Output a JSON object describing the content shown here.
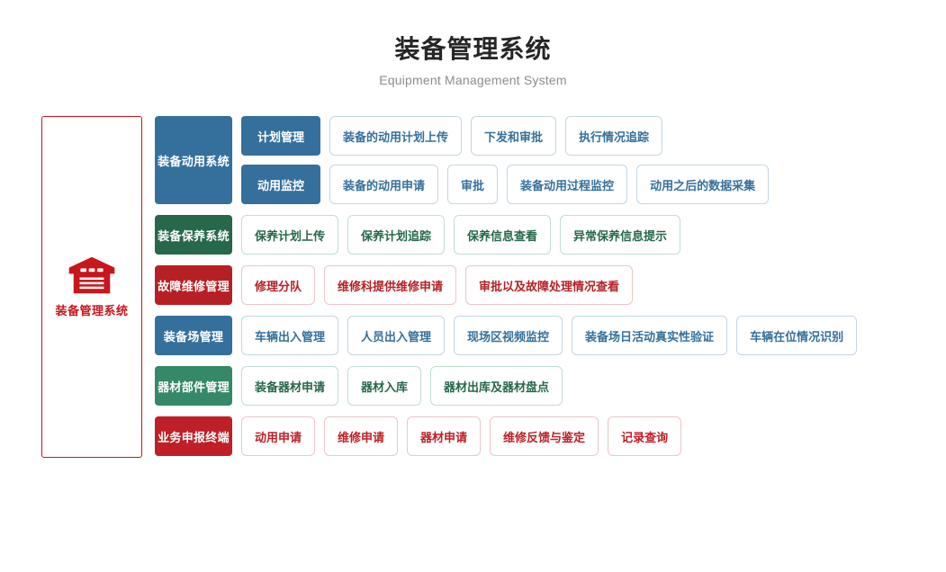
{
  "header": {
    "title_cn": "装备管理系统",
    "title_en": "Equipment Management System"
  },
  "left_panel": {
    "icon": "warehouse-icon",
    "label": "装备管理系统",
    "border_color": "#c8161d",
    "text_color": "#c8161d"
  },
  "colors": {
    "blue": "#35709d",
    "green_dark": "#27674a",
    "green_light": "#358868",
    "red": "#b62025",
    "red_bright": "#bf1f26",
    "leaf_border_blue": "#c3d6e6",
    "leaf_border_green": "#c3ddd0",
    "leaf_border_red": "#eec6c8",
    "title_color": "#262626",
    "subtitle_color": "#8c8c8c"
  },
  "rows": [
    {
      "category": "装备动用系统",
      "theme": "blue",
      "groups": [
        {
          "sub": "计划管理",
          "leaves": [
            "装备的动用计划上传",
            "下发和审批",
            "执行情况追踪"
          ]
        },
        {
          "sub": "动用监控",
          "leaves": [
            "装备的动用申请",
            "审批",
            "装备动用过程监控",
            "动用之后的数据采集"
          ]
        }
      ]
    },
    {
      "category": "装备保养系统",
      "theme": "green",
      "groups": [
        {
          "sub": null,
          "leaves": [
            "保养计划上传",
            "保养计划追踪",
            "保养信息查看",
            "异常保养信息提示"
          ]
        }
      ]
    },
    {
      "category": "故障维修管理",
      "theme": "red",
      "groups": [
        {
          "sub": null,
          "leaves": [
            "修理分队",
            "维修科提供维修申请",
            "审批以及故障处理情况查看"
          ]
        }
      ]
    },
    {
      "category": "装备场管理",
      "theme": "blue",
      "groups": [
        {
          "sub": null,
          "leaves": [
            "车辆出入管理",
            "人员出入管理",
            "现场区视频监控",
            "装备场日活动真实性验证",
            "车辆在位情况识别"
          ]
        }
      ]
    },
    {
      "category": "器材部件管理",
      "theme": "green2",
      "groups": [
        {
          "sub": null,
          "leaves": [
            "装备器材申请",
            "器材入库",
            "器材出库及器材盘点"
          ]
        }
      ]
    },
    {
      "category": "业务申报终端",
      "theme": "red2",
      "groups": [
        {
          "sub": null,
          "leaves": [
            "动用申请",
            "维修申请",
            "器材申请",
            "维修反馈与鉴定",
            "记录查询"
          ]
        }
      ]
    }
  ]
}
